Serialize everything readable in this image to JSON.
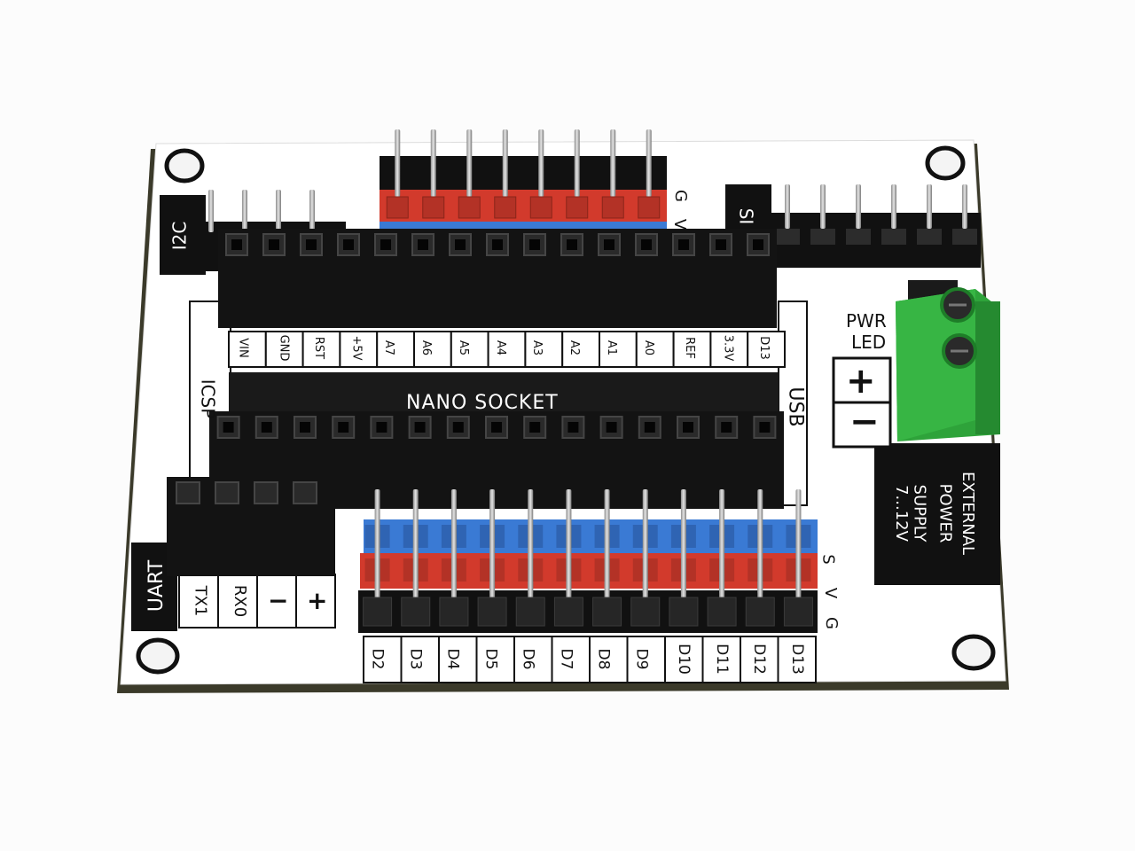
{
  "board": {
    "main_label": "NANO SOCKET",
    "top_analog_labels": [
      "VIN",
      "GND",
      "RST",
      "+5V",
      "A7",
      "A6",
      "A5",
      "A4",
      "A3",
      "A2",
      "A1",
      "A0",
      "REF",
      "3.3V",
      "D13"
    ],
    "bottom_digital_labels": [
      "D2",
      "D3",
      "D4",
      "D5",
      "D6",
      "D7",
      "D8",
      "D9",
      "D10",
      "D11",
      "D12",
      "D13"
    ],
    "uart_label": "UART",
    "uart_pins": [
      "TX1",
      "RX0",
      "−",
      "+"
    ],
    "i2c_label": "I2C",
    "spi_label": "SI",
    "icsp_label": "ICSP",
    "usb_label": "USB",
    "pwr_led_label": [
      "PWR",
      "LED"
    ],
    "power_plus": "+",
    "power_minus": "−",
    "external_power": [
      "EXTERNAL",
      "POWER",
      "SUPPLY",
      "7...12V"
    ],
    "gvs_top": [
      "G",
      "V"
    ],
    "svg_bottom": [
      "S",
      "V",
      "G"
    ]
  },
  "colors": {
    "pcb": "#ffffff",
    "silkscreen": "#111111",
    "header_black": "#111111",
    "red_bar": "#d23a2c",
    "blue_bar": "#3a7ad4",
    "terminal_green": "#2ea33a",
    "pin_metal": "#b9b9b9",
    "pcb_edge": "#3b3a2a"
  }
}
